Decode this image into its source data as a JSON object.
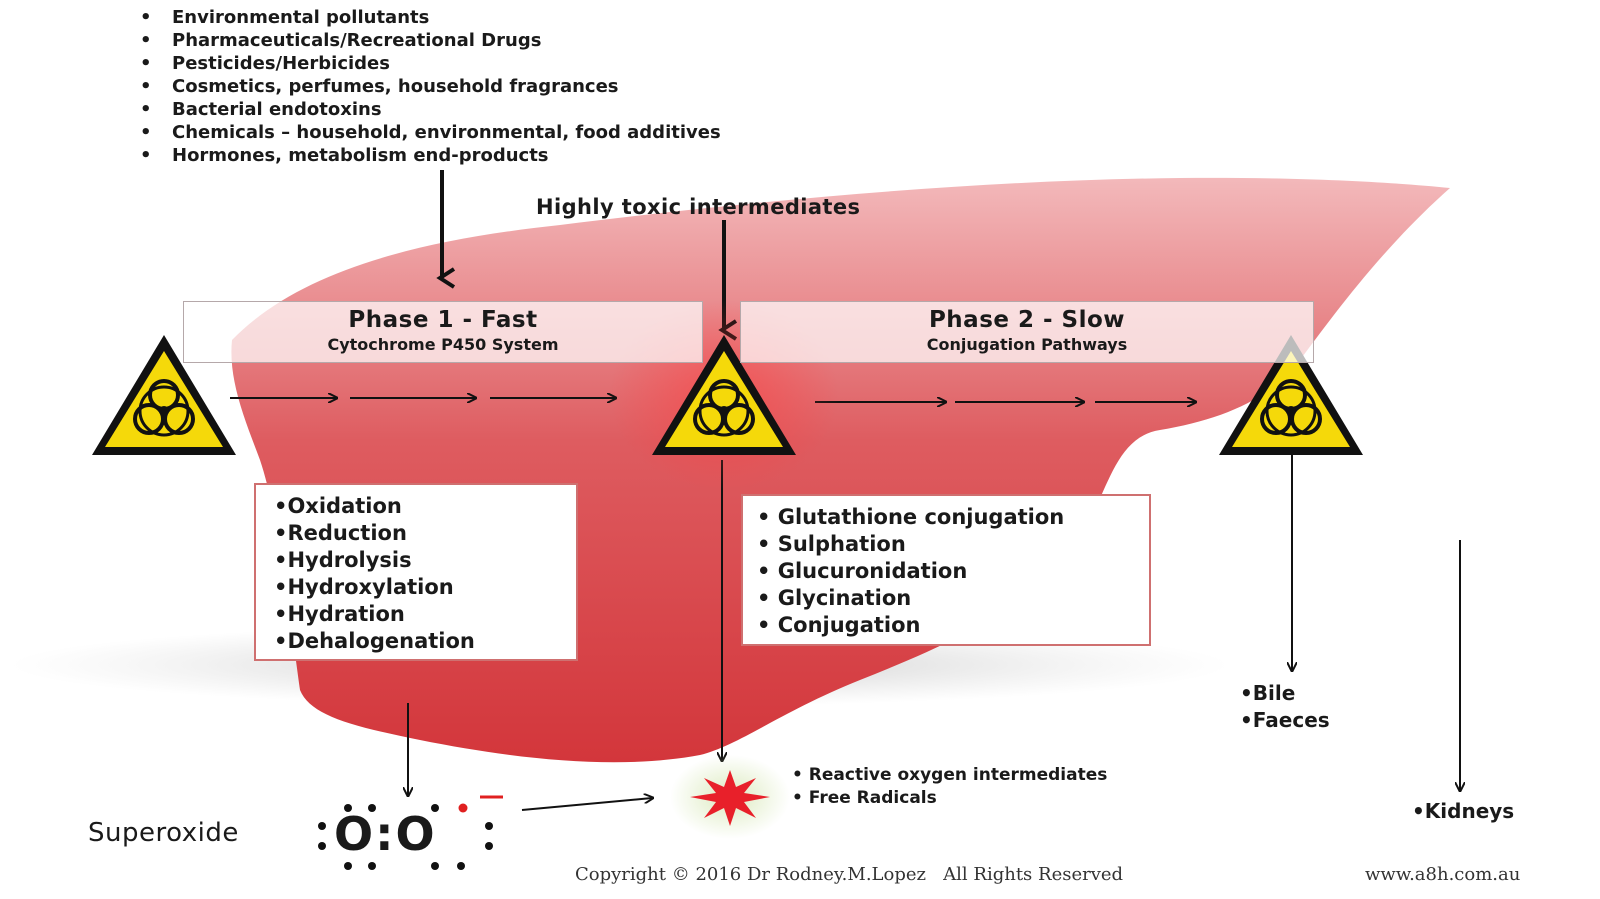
{
  "toxin_sources": [
    "Environmental pollutants",
    "Pharmaceuticals/Recreational Drugs",
    "Pesticides/Herbicides",
    "Cosmetics, perfumes, household fragrances",
    "Bacterial endotoxins",
    "Chemicals – household, environmental, food additives",
    "Hormones, metabolism end-products"
  ],
  "intermediates_label": "Highly toxic intermediates",
  "phase1": {
    "title": "Phase 1 - Fast",
    "subtitle": "Cytochrome P450 System",
    "reactions": [
      "Oxidation",
      "Reduction",
      "Hydrolysis",
      "Hydroxylation",
      "Hydration",
      "Dehalogenation"
    ]
  },
  "phase2": {
    "title": "Phase 2 - Slow",
    "subtitle": "Conjugation Pathways",
    "reactions": [
      "Glutathione conjugation",
      "Sulphation",
      "Glucuronidation",
      "Glycination",
      "Conjugation"
    ]
  },
  "excretion": {
    "bile": "Bile",
    "faeces": "Faeces",
    "kidneys": "Kidneys"
  },
  "radicals": [
    "Reactive oxygen intermediates",
    "Free Radicals"
  ],
  "superoxide": {
    "label": "Superoxide",
    "formula": "O:O"
  },
  "copyright": "Copyright © 2016 Dr Rodney.M.Lopez   All Rights Reserved",
  "website": "www.a8h.com.au",
  "icons": [
    "biohazard-warning-icon",
    "starburst-icon"
  ],
  "colors": {
    "liver": "#d9474b",
    "hazard_yellow": "#f5d90a",
    "box_border": "#cf7070"
  }
}
